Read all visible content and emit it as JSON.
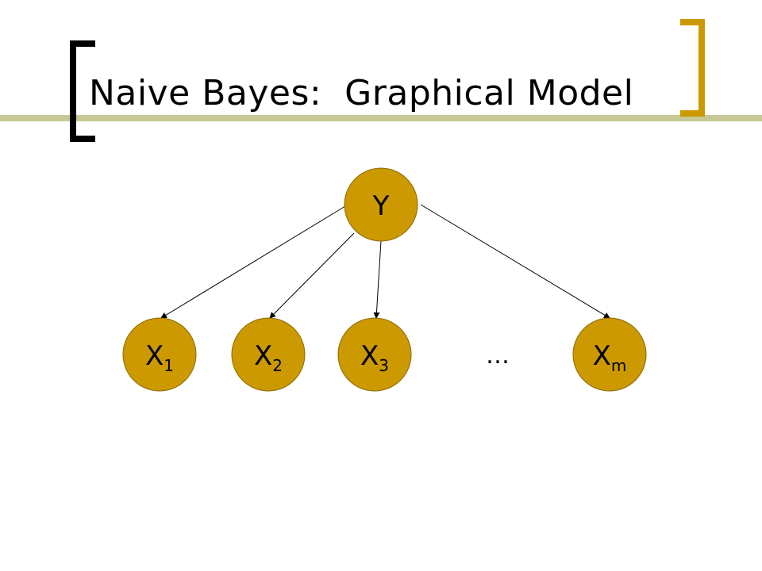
{
  "slide": {
    "title": "Naive Bayes:  Graphical Model"
  },
  "diagram": {
    "node_color": "#cc9900",
    "parent": {
      "label": "Y"
    },
    "children": [
      {
        "base": "X",
        "sub": "1"
      },
      {
        "base": "X",
        "sub": "2"
      },
      {
        "base": "X",
        "sub": "3"
      },
      {
        "base": "X",
        "sub": "m"
      }
    ],
    "ellipsis": "…"
  }
}
